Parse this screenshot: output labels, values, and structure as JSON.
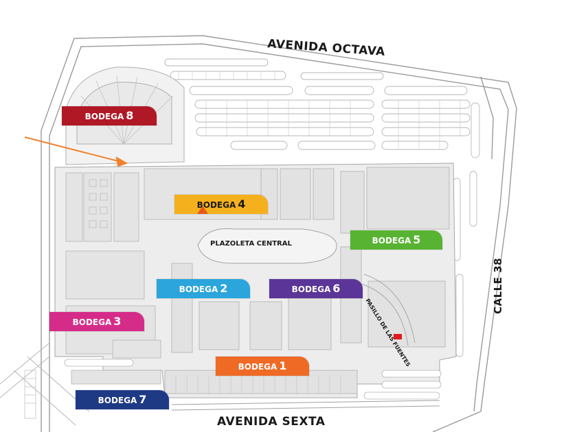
{
  "streets": {
    "north": "AVENIDA OCTAVA",
    "south": "AVENIDA SEXTA",
    "east": "CALLE 38"
  },
  "bodegas": [
    {
      "id": "8",
      "label": "BODEGA",
      "number": "8",
      "color": "#b01826"
    },
    {
      "id": "4",
      "label": "BODEGA",
      "number": "4",
      "color": "#f5b01d"
    },
    {
      "id": "5",
      "label": "BODEGA",
      "number": "5",
      "color": "#58b333"
    },
    {
      "id": "2",
      "label": "BODEGA",
      "number": "2",
      "color": "#2ba5dc"
    },
    {
      "id": "6",
      "label": "BODEGA",
      "number": "6",
      "color": "#5b3597"
    },
    {
      "id": "3",
      "label": "BODEGA",
      "number": "3",
      "color": "#d62c89"
    },
    {
      "id": "1",
      "label": "BODEGA",
      "number": "1",
      "color": "#ee6a25"
    },
    {
      "id": "7",
      "label": "BODEGA",
      "number": "7",
      "color": "#1f3a85"
    }
  ],
  "areas": {
    "plazoleta": "PLAZOLETA CENTRAL",
    "pasillo": "PASILLO DE LAS FUENTES"
  },
  "colors": {
    "lines": "#b9b9b9",
    "arrow": "#f0822e",
    "marker": "#e21b1b"
  }
}
